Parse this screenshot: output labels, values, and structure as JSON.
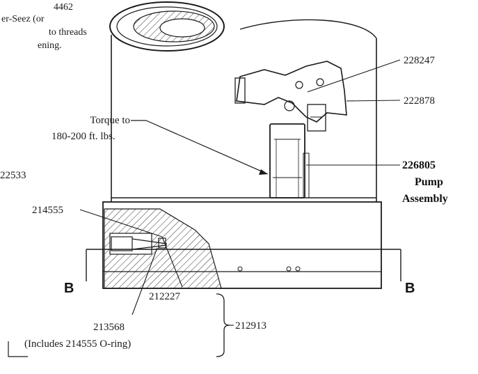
{
  "note": {
    "line1": "4462",
    "line2": "er-Seez (or",
    "line3": "to threads",
    "line4": "ening."
  },
  "callouts": {
    "torque_line1": "Torque to",
    "torque_line2": "180-200 ft. lbs.",
    "part_left_cut": "22533",
    "part_228247": "228247",
    "part_222878": "222878",
    "part_226805": "226805",
    "pump_word": "Pump",
    "assembly_word": "Assembly",
    "part_214555": "214555",
    "part_212227": "212227",
    "part_213568": "213568",
    "includes_note": "(Includes 214555 O-ring)",
    "part_212913": "212913",
    "section_b_left": "B",
    "section_b_right": "B"
  },
  "colors": {
    "ink": "#1a1a1a",
    "paper": "#ffffff"
  }
}
